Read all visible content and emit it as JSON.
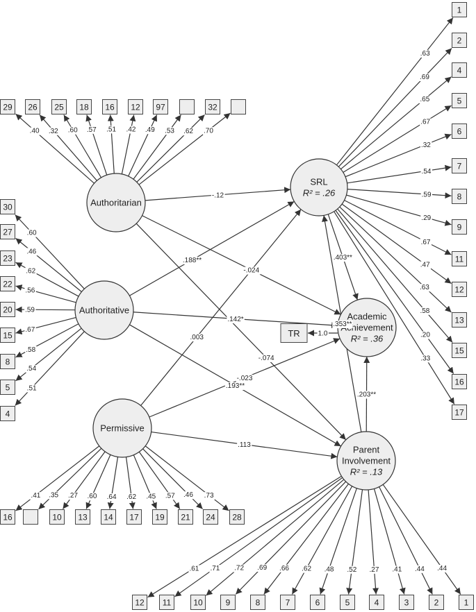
{
  "latents": {
    "authoritarian": {
      "label": "Authoritarian"
    },
    "authoritative": {
      "label": "Authoritative"
    },
    "permissive": {
      "label": "Permissive"
    },
    "srl": {
      "label": "SRL",
      "r2": "R² = .26"
    },
    "academic": {
      "label": "Academic",
      "label2": "Achievement",
      "r2": "R² = .36"
    },
    "parent": {
      "label": "Parent",
      "label2": "Involvement",
      "r2": "R² = .13"
    }
  },
  "tr": {
    "label": "TR",
    "coef": "1.0"
  },
  "indicators": {
    "authoritarian": [
      {
        "label": "29",
        "coef": ".40"
      },
      {
        "label": "26",
        "coef": ".32"
      },
      {
        "label": "25",
        "coef": ".60"
      },
      {
        "label": "18",
        "coef": ".57"
      },
      {
        "label": "16",
        "coef": ".51"
      },
      {
        "label": "12",
        "coef": ".42"
      },
      {
        "label": "97",
        "coef": ".49"
      },
      {
        "label": "",
        "coef": ".53"
      },
      {
        "label": "32",
        "coef": ".62"
      },
      {
        "label": "",
        "coef": ".70"
      }
    ],
    "authoritative": [
      {
        "label": "30",
        "coef": ".60"
      },
      {
        "label": "27",
        "coef": ".46"
      },
      {
        "label": "23",
        "coef": ".62"
      },
      {
        "label": "22",
        "coef": ".56"
      },
      {
        "label": "20",
        "coef": ".59"
      },
      {
        "label": "15",
        "coef": ".67"
      },
      {
        "label": "8",
        "coef": ".58"
      },
      {
        "label": "5",
        "coef": ".54"
      },
      {
        "label": "4",
        "coef": ".51"
      }
    ],
    "permissive": [
      {
        "label": "16",
        "coef": ".41"
      },
      {
        "label": "",
        "coef": ".35"
      },
      {
        "label": "10",
        "coef": ".27"
      },
      {
        "label": "13",
        "coef": ".60"
      },
      {
        "label": "14",
        "coef": ".64"
      },
      {
        "label": "17",
        "coef": ".62"
      },
      {
        "label": "19",
        "coef": ".45"
      },
      {
        "label": "21",
        "coef": ".57"
      },
      {
        "label": "24",
        "coef": ".46"
      },
      {
        "label": "28",
        "coef": ".73"
      }
    ],
    "srl": [
      {
        "label": "1",
        "coef": ".63"
      },
      {
        "label": "2",
        "coef": ".69"
      },
      {
        "label": "4",
        "coef": ".65"
      },
      {
        "label": "5",
        "coef": ".67"
      },
      {
        "label": "6",
        "coef": ".32"
      },
      {
        "label": "7",
        "coef": ".54"
      },
      {
        "label": "8",
        "coef": ".59"
      },
      {
        "label": "9",
        "coef": ".29"
      },
      {
        "label": "11",
        "coef": ".67"
      },
      {
        "label": "12",
        "coef": ".47"
      },
      {
        "label": "13",
        "coef": ".63"
      },
      {
        "label": "15",
        "coef": ".58"
      },
      {
        "label": "16",
        "coef": ".20"
      },
      {
        "label": "17",
        "coef": ".33"
      }
    ],
    "parent": [
      {
        "label": "12",
        "coef": ".61"
      },
      {
        "label": "11",
        "coef": ".71"
      },
      {
        "label": "10",
        "coef": ".72"
      },
      {
        "label": "9",
        "coef": ".69"
      },
      {
        "label": "8",
        "coef": ".66"
      },
      {
        "label": "7",
        "coef": ".62"
      },
      {
        "label": "6",
        "coef": ".48"
      },
      {
        "label": "5",
        "coef": ".52"
      },
      {
        "label": "4",
        "coef": ".27"
      },
      {
        "label": "3",
        "coef": ".41"
      },
      {
        "label": "2",
        "coef": ".44"
      },
      {
        "label": "1",
        "coef": ".44"
      }
    ]
  },
  "paths": [
    {
      "from": "authoritarian",
      "to": "srl",
      "coef": "-.12"
    },
    {
      "from": "authoritarian",
      "to": "academic",
      "coef": "-.024"
    },
    {
      "from": "authoritarian",
      "to": "parent",
      "coef": "-.074"
    },
    {
      "from": "authoritative",
      "to": "srl",
      "coef": ".188**"
    },
    {
      "from": "authoritative",
      "to": "academic",
      "coef": ".142*"
    },
    {
      "from": "authoritative",
      "to": "parent",
      "coef": ".193**"
    },
    {
      "from": "permissive",
      "to": "srl",
      "coef": ".003"
    },
    {
      "from": "permissive",
      "to": "academic",
      "coef": "-.023"
    },
    {
      "from": "permissive",
      "to": "parent",
      "coef": ".113"
    },
    {
      "from": "srl",
      "to": "academic",
      "coef": ".403**"
    },
    {
      "from": "parent",
      "to": "srl",
      "coef": ".353**"
    },
    {
      "from": "parent",
      "to": "academic",
      "coef": ".203**"
    }
  ]
}
